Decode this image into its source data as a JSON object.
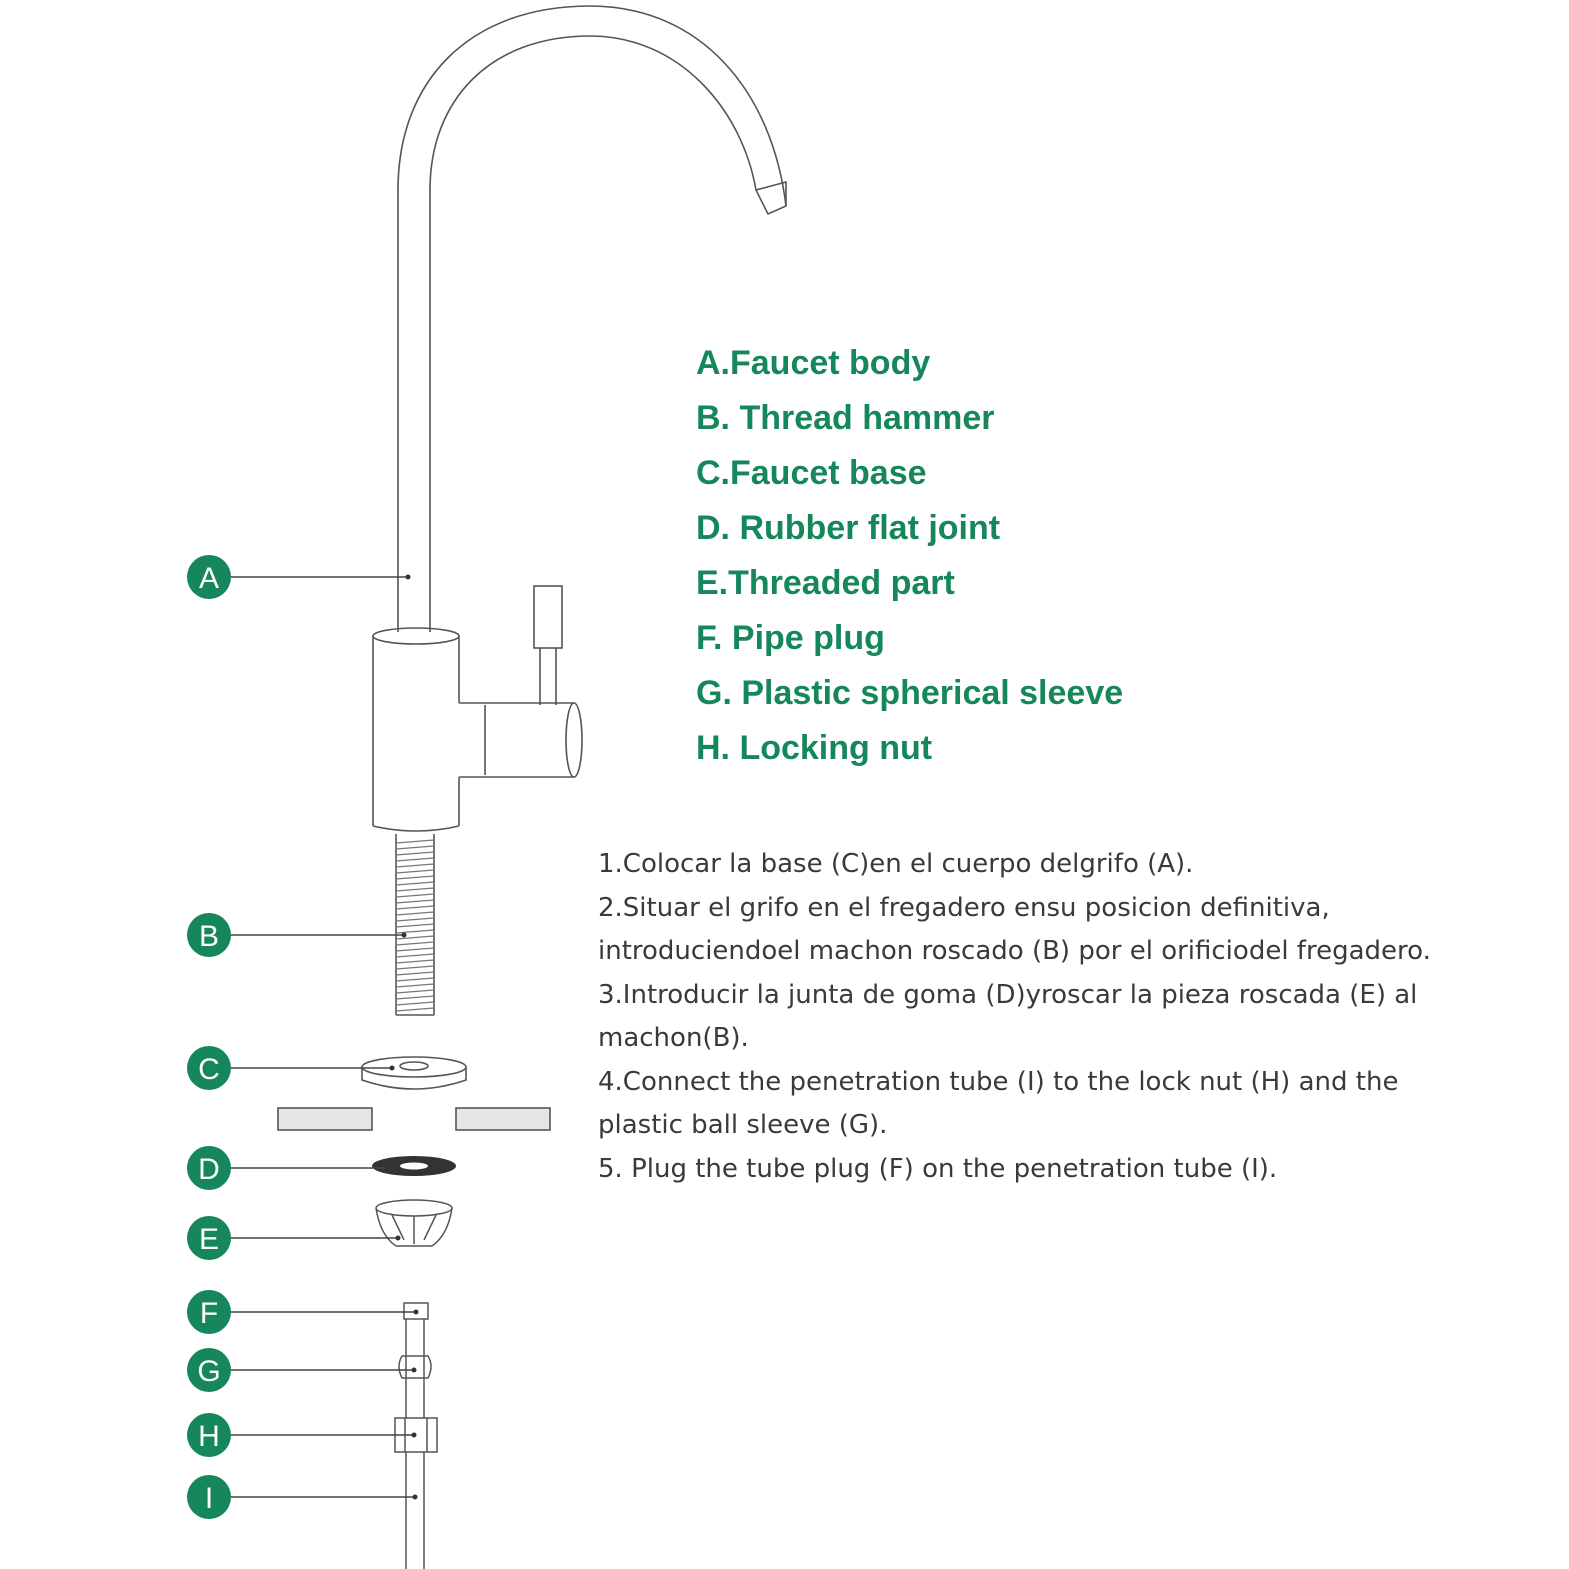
{
  "accent_color": "#16875a",
  "line_color": "#444444",
  "parts": [
    {
      "letter": "A",
      "label": "A.Faucet body"
    },
    {
      "letter": "B",
      "label": "B. Thread hammer"
    },
    {
      "letter": "C",
      "label": "C.Faucet base"
    },
    {
      "letter": "D",
      "label": "D. Rubber flat joint"
    },
    {
      "letter": "E",
      "label": "E.Threaded part"
    },
    {
      "letter": "F",
      "label": "F. Pipe plug"
    },
    {
      "letter": "G",
      "label": "G. Plastic spherical sleeve"
    },
    {
      "letter": "H",
      "label": "H. Locking nut"
    },
    {
      "letter": "I",
      "label": ""
    }
  ],
  "steps": [
    "1.Colocar la base (C)en el cuerpo delgrifo (A).",
    "2.Situar el grifo en el fregadero ensu posicion definitiva,",
    "introduciendoel machon roscado (B) por el orificiodel fregadero.",
    "3.Introducir la junta de goma (D)yroscar la pieza roscada (E) al",
    "machon(B).",
    "4.Connect the penetration tube (I) to the lock nut (H) and the",
    "plastic ball sleeve (G).",
    "5. Plug the tube plug (F) on the penetration tube (I)."
  ]
}
